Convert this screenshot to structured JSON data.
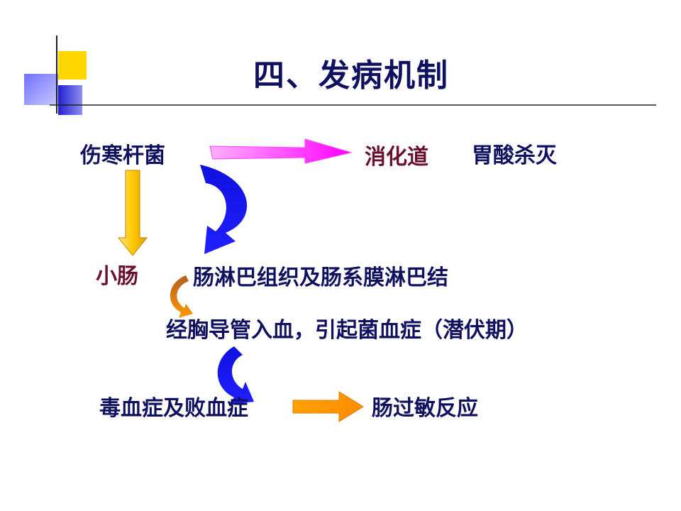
{
  "slide": {
    "title": "四、发病机制",
    "colors": {
      "title_text": "#101060",
      "accent_text": "#6b0f2e",
      "magenta_arrow": "#ff00ff",
      "blue_arrow": "#1010e0",
      "yellow_arrow": "#ffc800",
      "orange_arrow": "#ff9900"
    },
    "nodes": {
      "bacteria": "伤寒杆菌",
      "digestive_tract": "消化道",
      "gastric_acid": "胃酸杀灭",
      "small_intestine": "小肠",
      "lymph_tissue": "肠淋巴组织及肠系膜淋巴结",
      "bloodstream": "经胸导管入血，引起菌血症（潜伏期）",
      "toxemia": "毒血症及败血症",
      "hypersensitivity": "肠过敏反应"
    }
  }
}
